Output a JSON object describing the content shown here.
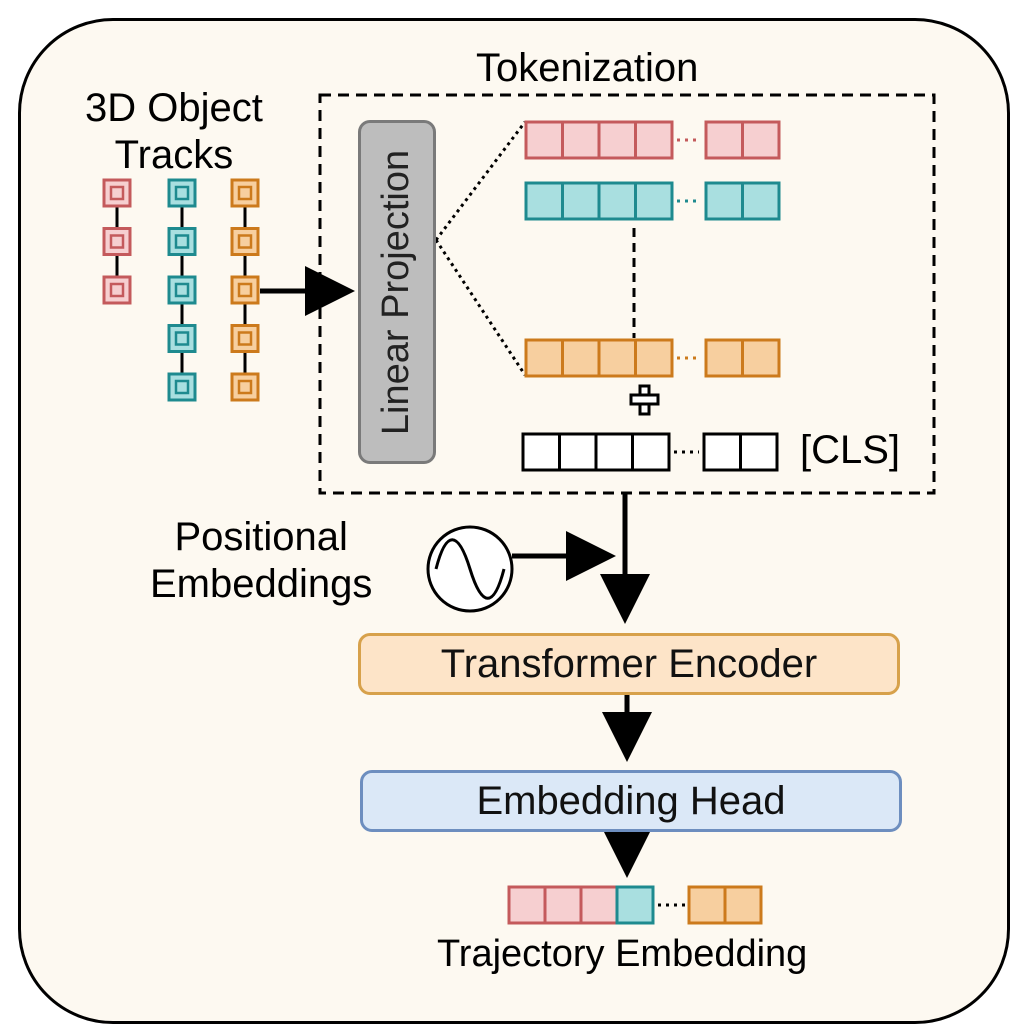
{
  "labels": {
    "tokenization": "Tokenization",
    "tracks_line1": "3D Object",
    "tracks_line2": "Tracks",
    "linear_projection": "Linear Projection",
    "cls": "[CLS]",
    "positional_line1": "Positional",
    "positional_line2": "Embeddings",
    "transformer_encoder": "Transformer Encoder",
    "embedding_head": "Embedding Head",
    "trajectory_embedding": "Trajectory Embedding"
  },
  "colors": {
    "red_fill": "#f6cfd0",
    "red_stroke": "#c45a5c",
    "teal_fill": "#a9dfe0",
    "teal_stroke": "#1e8a8f",
    "orange_fill": "#f7cf9f",
    "orange_stroke": "#cc7a1c",
    "encoder_fill": "#fde4c8",
    "encoder_stroke": "#d7a14b",
    "head_fill": "#dbe8f7",
    "head_stroke": "#6d8ebf",
    "projection_fill": "#bdbdbd",
    "panel_fill": "#fdf9f1"
  }
}
